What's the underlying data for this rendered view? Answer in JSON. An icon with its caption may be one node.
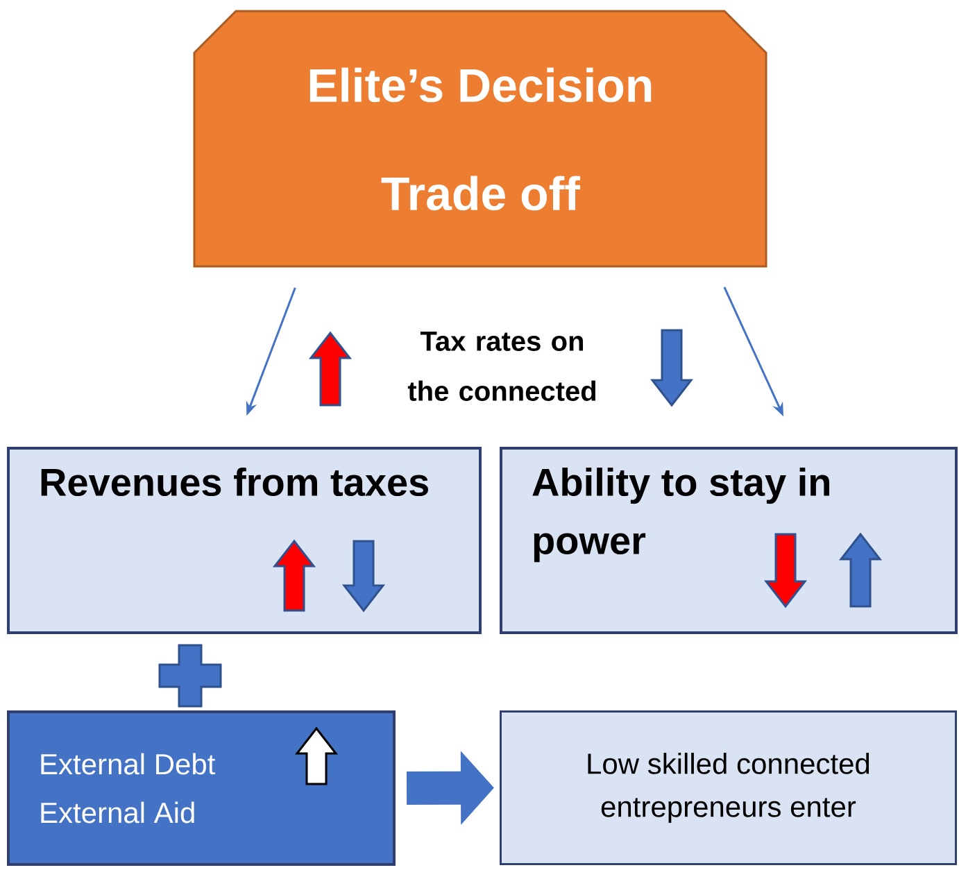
{
  "diagram": {
    "nodes": [
      {
        "text": [
          "Elite’s Decision",
          "Trade off"
        ]
      },
      {
        "text": [
          "Revenues from taxes"
        ]
      },
      {
        "text": [
          "Ability to stay in power"
        ]
      },
      {
        "text": [
          "External Debt",
          "External Aid"
        ]
      },
      {
        "text": [
          "Low skilled connected entrepreneurs enter"
        ]
      }
    ],
    "edges": [
      {
        "from": 0,
        "to": 1,
        "arrow": "to"
      },
      {
        "from": 0,
        "to": 2,
        "arrow": "to"
      },
      {
        "from": 3,
        "to": 4,
        "arrow": "to",
        "style": "thick"
      }
    ],
    "labels": [
      "Tax rates on the connected"
    ]
  }
}
